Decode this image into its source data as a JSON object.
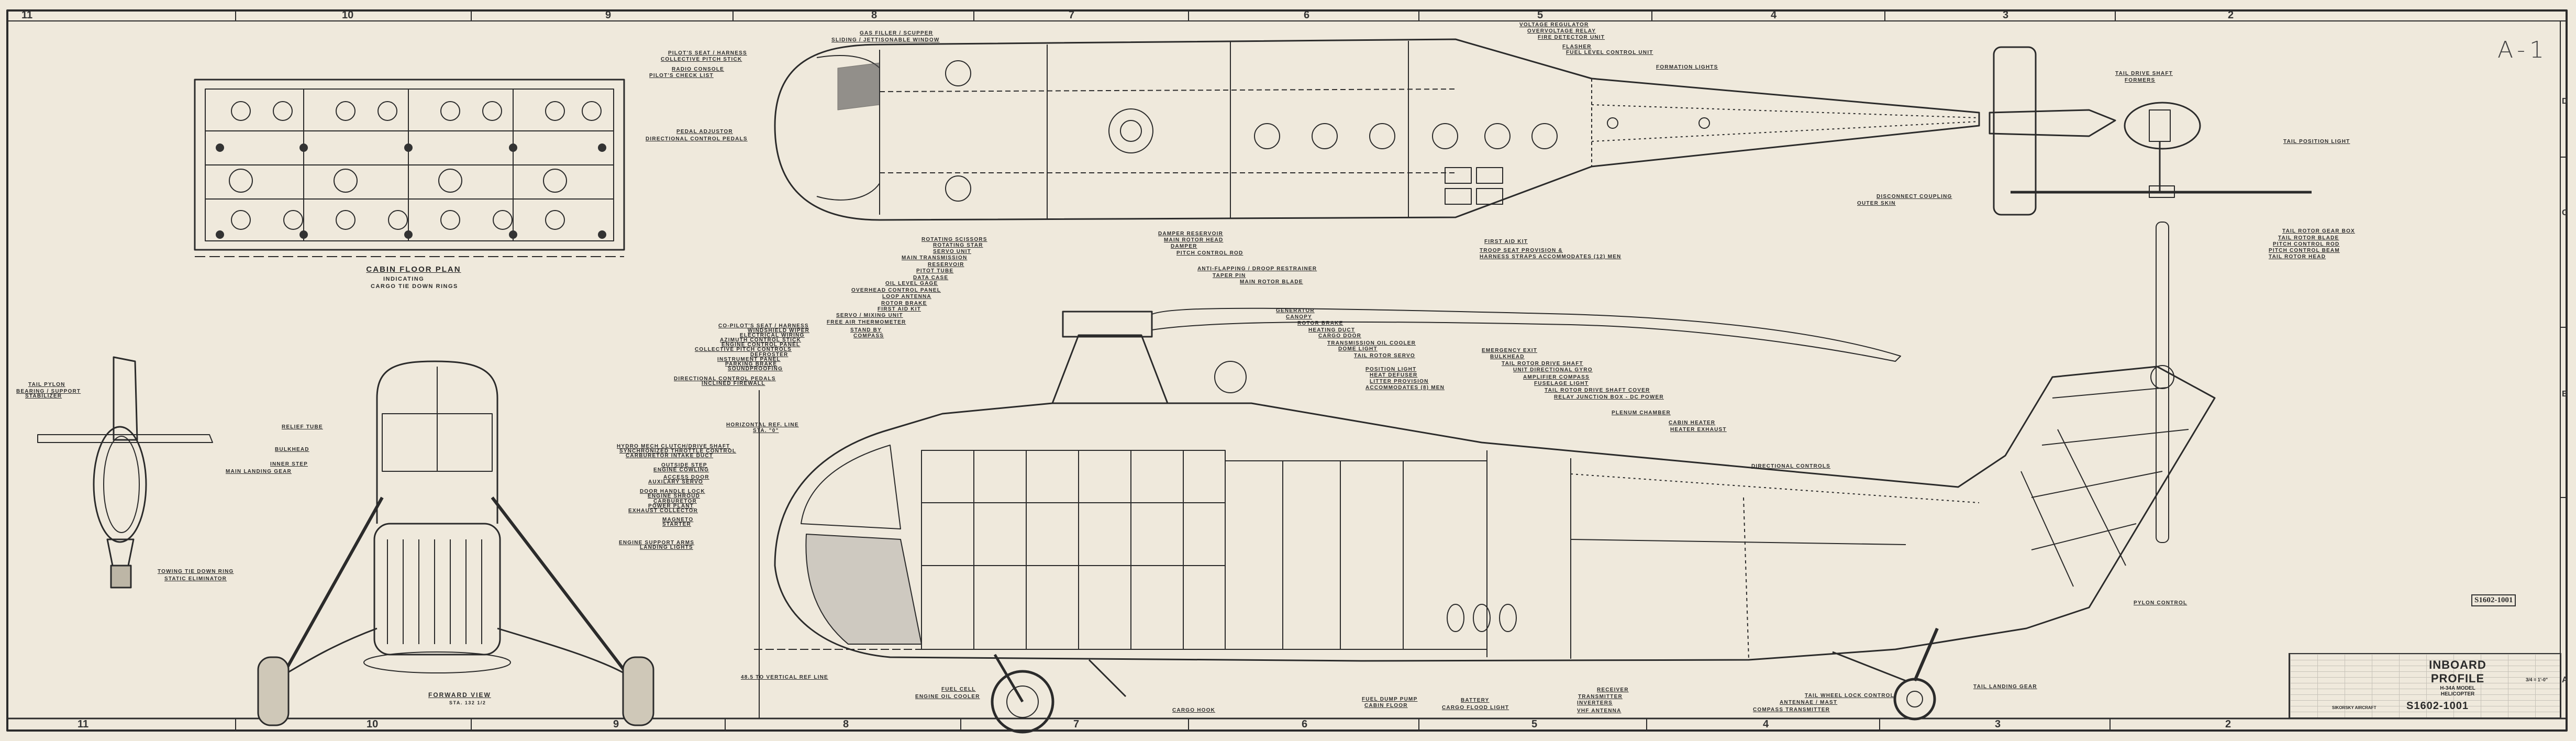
{
  "sheet": {
    "sheet_number": "A-1",
    "drawing_number_side": "S1602-1001",
    "zone_numbers_top": [
      "11",
      "10",
      "9",
      "8",
      "7",
      "6",
      "5",
      "4",
      "3",
      "2"
    ],
    "zone_numbers_bottom": [
      "11",
      "10",
      "9",
      "8",
      "7",
      "6",
      "5",
      "4",
      "3",
      "2"
    ],
    "zone_letters_right": [
      "D",
      "C",
      "B",
      "A"
    ]
  },
  "title_block": {
    "title": "INBOARD PROFILE",
    "model": "H-34A MODEL",
    "type": "HELICOPTER",
    "drawing_number": "S1602-1001",
    "company": "SIKORSKY AIRCRAFT",
    "scale": "3/4 = 1'-0\""
  },
  "captions": {
    "cabin_floor_plan": "CABIN FLOOR PLAN",
    "cabin_floor_plan_sub1": "INDICATING",
    "cabin_floor_plan_sub2": "CARGO TIE DOWN RINGS",
    "forward_view": "FORWARD VIEW",
    "forward_view_sub": "STA. 132 1/2"
  },
  "top_view": {
    "callouts": [
      "GAS FILLER / SCUPPER",
      "SLIDING / JETTISONABLE WINDOW",
      "PILOT'S SEAT / HARNESS",
      "COLLECTIVE PITCH STICK",
      "RADIO CONSOLE",
      "PILOT'S CHECK LIST",
      "PEDAL ADJUSTOR",
      "DIRECTIONAL CONTROL PEDALS",
      "VOLTAGE REGULATOR",
      "OVERVOLTAGE RELAY",
      "FIRE DETECTOR UNIT",
      "FLASHER",
      "FUEL LEVEL CONTROL UNIT",
      "FORMATION LIGHTS",
      "FIRST AID KIT",
      "TROOP SEAT PROVISION &",
      "HARNESS STRAPS ACCOMMODATES (12) MEN",
      "TAIL DRIVE SHAFT",
      "FORMERS",
      "TAIL POSITION LIGHT",
      "DISCONNECT COUPLING",
      "OUTER SKIN",
      "TAIL ROTOR GEAR BOX",
      "TAIL ROTOR BLADE",
      "PITCH CONTROL ROD",
      "PITCH CONTROL BEAM",
      "TAIL ROTOR HEAD"
    ]
  },
  "side_view": {
    "callouts": [
      "ROTATING SCISSORS",
      "ROTATING STAR",
      "SERVO UNIT",
      "MAIN TRANSMISSION",
      "RESERVOIR",
      "PITOT TUBE",
      "DATA CASE",
      "OIL LEVEL GAGE",
      "OVERHEAD CONTROL PANEL",
      "LOOP ANTENNA",
      "ROTOR BRAKE",
      "FIRST AID KIT",
      "SERVO / MIXING UNIT",
      "FREE AIR THERMOMETER",
      "STAND BY",
      "COMPASS",
      "DAMPER RESERVOIR",
      "MAIN ROTOR HEAD",
      "DAMPER",
      "PITCH CONTROL ROD",
      "ANTI-FLAPPING / DROOP RESTRAINER",
      "TAPER PIN",
      "MAIN ROTOR BLADE",
      "GENERATOR",
      "CANOPY",
      "ROTOR BRAKE",
      "HEATING DUCT",
      "CARGO DOOR",
      "TRANSMISSION OIL COOLER",
      "DOME LIGHT",
      "TAIL ROTOR SERVO",
      "POSITION LIGHT",
      "HEAT DEFUSER",
      "LITTER PROVISION",
      "ACCOMMODATES (8) MEN",
      "EMERGENCY EXIT",
      "BULKHEAD",
      "TAIL ROTOR DRIVE SHAFT",
      "UNIT DIRECTIONAL GYRO",
      "AMPLIFIER COMPASS",
      "FUSELAGE LIGHT",
      "TAIL ROTOR DRIVE SHAFT COVER",
      "RELAY JUNCTION BOX - DC POWER",
      "PLENUM CHAMBER",
      "CABIN HEATER",
      "HEATER EXHAUST",
      "DIRECTIONAL CONTROLS",
      "PYLON CONTROL",
      "CO-PILOT'S SEAT / HARNESS",
      "WINDSHIELD WIPER",
      "ELECTRICAL WIRING",
      "AZIMUTH CONTROL STICK",
      "ENGINE CONTROL PANEL",
      "COLLECTIVE PITCH CONTROLS",
      "DEFROSTER",
      "INSTRUMENT PANEL",
      "PARKING BRAKE",
      "SOUNDPROOFING",
      "DIRECTIONAL CONTROL PEDALS",
      "INCLINED FIREWALL",
      "HORIZONTAL REF. LINE",
      "STA. \"0\"",
      "HYDRO MECH CLUTCH/DRIVE SHAFT",
      "SYNCHRONIZED THROTTLE CONTROL",
      "CARBURETOR INTAKE DUCT",
      "OUTSIDE STEP",
      "ENGINE COWLING",
      "ACCESS DOOR",
      "AUXILARY SERVO",
      "DOOR HANDLE LOCK",
      "ENGINE SHROUD",
      "CARBURETOR",
      "POWER PLANT",
      "EXHAUST COLLECTOR",
      "MAGNETO",
      "STARTER",
      "ENGINE SUPPORT ARMS",
      "LANDING LIGHTS",
      "48.5 TO VERTICAL REF LINE",
      "FUEL CELL",
      "ENGINE OIL COOLER",
      "CARGO HOOK",
      "FUEL DUMP PUMP",
      "CABIN FLOOR",
      "BATTERY",
      "CARGO FLOOD LIGHT",
      "RECEIVER",
      "TRANSMITTER",
      "INVERTERS",
      "VHF ANTENNA",
      "TAIL WHEEL LOCK CONTROL",
      "ANTENNAE / MAST",
      "COMPASS TRANSMITTER",
      "TAIL LANDING GEAR"
    ]
  },
  "forward_view": {
    "callouts": [
      "RELIEF TUBE",
      "BULKHEAD",
      "INNER STEP",
      "MAIN LANDING GEAR",
      "TOWING TIE DOWN RING",
      "STATIC ELIMINATOR"
    ]
  },
  "tail_view": {
    "callouts": [
      "TAIL PYLON",
      "BEARING / SUPPORT",
      "STABILIZER"
    ]
  }
}
